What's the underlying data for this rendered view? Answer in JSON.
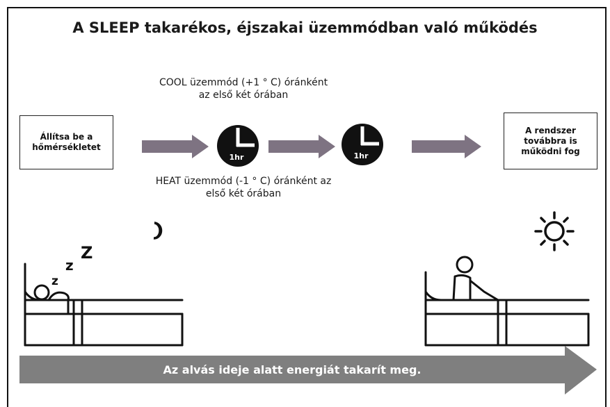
{
  "title": "A SLEEP takarékos, éjszakai üzemmódban való működés",
  "cool_note": {
    "line1": "COOL üzemmód (+1 ° C) óránként",
    "line2": "az első két órában"
  },
  "heat_note": {
    "line1": "HEAT üzemmód (-1 ° C) óránként az",
    "line2": "első két órában"
  },
  "start_box": {
    "line1": "Állítsa be a",
    "line2": "hőmérsékletet"
  },
  "end_box": {
    "line1": "A rendszer",
    "line2": "továbbra is",
    "line3": "működni fog"
  },
  "clocks": [
    {
      "label": "1hr"
    },
    {
      "label": "1hr"
    }
  ],
  "sleep_letters": [
    "z",
    "z",
    "Z"
  ],
  "banner": "Az alvás ideje alatt energiát takarít meg.",
  "colors": {
    "arrow": "#7e7382",
    "banner": "#7f7f7f",
    "clock": "#111111",
    "line": "#111111"
  },
  "icons": {
    "night": "moon-icon",
    "day": "sun-icon",
    "clock": "clock-icon"
  }
}
